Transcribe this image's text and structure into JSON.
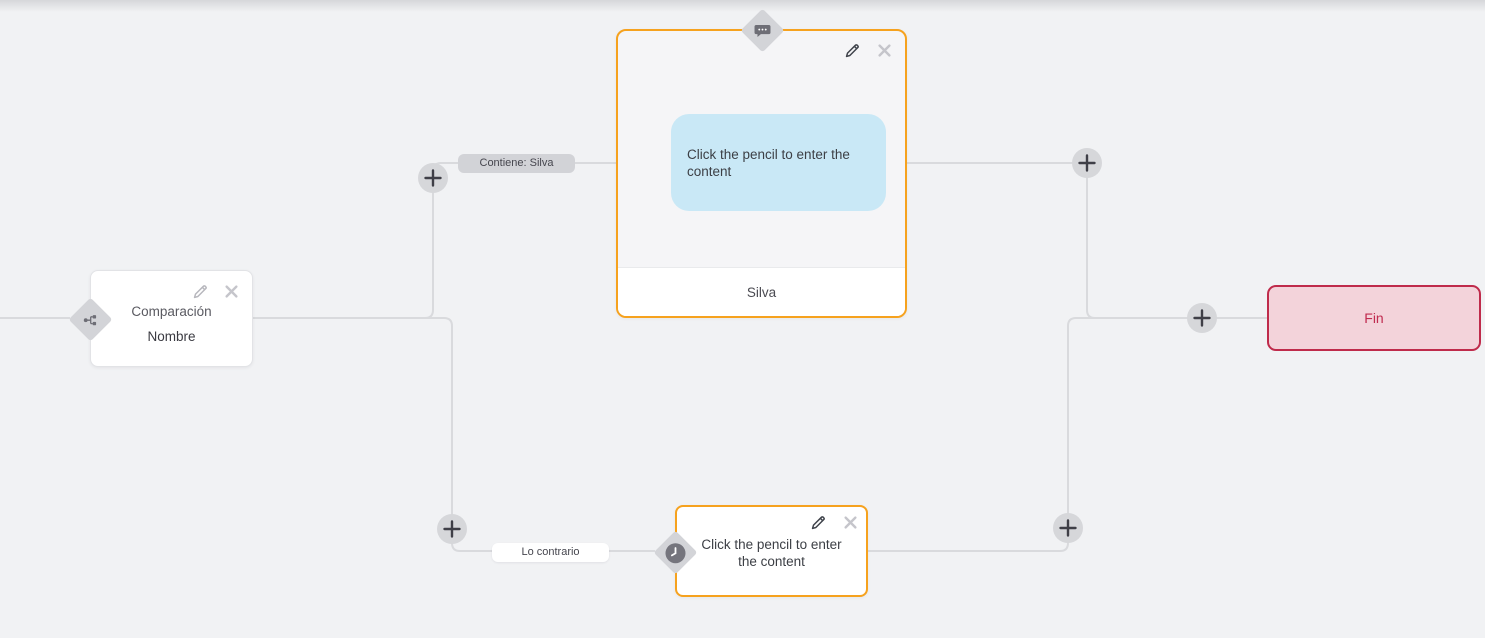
{
  "canvas": {
    "background_color": "#f1f2f4",
    "edge_color": "#d9dadd",
    "accent_orange": "#f6a21e",
    "end_border_red": "#bf2b4b",
    "end_fill_pink": "#f3d3da",
    "bubble_blue": "#c9e8f6",
    "port_gray": "#d3d4d8"
  },
  "nodes": {
    "comparison": {
      "line1": "Comparación",
      "line2": "Nombre",
      "icon": "sitemap-icon"
    },
    "message": {
      "bubble_text": "Click the pencil to enter the content",
      "footer_label": "Silva",
      "icon": "chat-bubble-icon"
    },
    "delay": {
      "placeholder_text": "Click the pencil to enter the content",
      "icon": "clock-icon"
    },
    "end": {
      "label": "Fin"
    }
  },
  "edge_labels": {
    "top_branch": "Contiene: Silva",
    "bottom_branch": "Lo contrario"
  }
}
